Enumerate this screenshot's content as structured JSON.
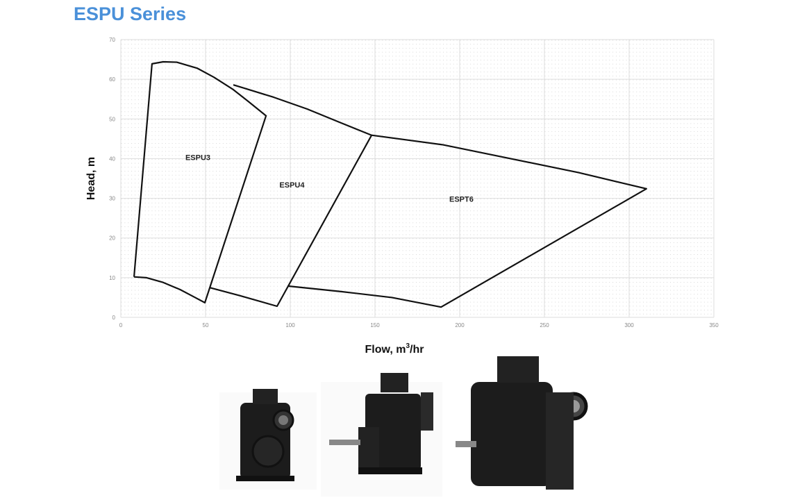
{
  "title": "ESPU Series",
  "chart_data": {
    "type": "area",
    "title": "ESPU Series",
    "xlabel": "Flow, m3/hr",
    "xlabel_main": "Flow, m",
    "xlabel_sup": "3",
    "xlabel_tail": "/hr",
    "ylabel": "Head, m",
    "xlim": [
      0,
      350
    ],
    "ylim": [
      0,
      70
    ],
    "xticks": [
      0,
      50,
      100,
      150,
      200,
      250,
      300,
      350
    ],
    "yticks": [
      0,
      10,
      20,
      30,
      40,
      50,
      60,
      70
    ],
    "grid": true,
    "series": [
      {
        "name": "ESPU3",
        "label_pos": [
          45.5,
          40.3
        ],
        "outline": [
          [
            7.8,
            10.2
          ],
          [
            18.4,
            63.9
          ],
          [
            25,
            64.4
          ],
          [
            33,
            64.3
          ],
          [
            45,
            62.8
          ],
          [
            55,
            60.5
          ],
          [
            66,
            57.5
          ],
          [
            75,
            54.5
          ],
          [
            85.7,
            50.8
          ],
          [
            49.6,
            3.7
          ],
          [
            43,
            5.2
          ],
          [
            35,
            7
          ],
          [
            25,
            8.8
          ],
          [
            15,
            10
          ],
          [
            7.8,
            10.2
          ]
        ]
      },
      {
        "name": "ESPU4",
        "label_pos": [
          101,
          33.4
        ],
        "outline": [
          [
            66.4,
            58.6
          ],
          [
            90,
            55.5
          ],
          [
            110,
            52.5
          ],
          [
            130,
            49
          ],
          [
            148,
            45.9
          ],
          [
            92.2,
            2.8
          ],
          [
            70,
            5.5
          ],
          [
            52.5,
            7.5
          ]
        ]
      },
      {
        "name": "ESPT6",
        "label_pos": [
          201,
          29.8
        ],
        "outline": [
          [
            148,
            45.9
          ],
          [
            190,
            43.5
          ],
          [
            230,
            40
          ],
          [
            270,
            36.5
          ],
          [
            310.2,
            32.4
          ],
          [
            189,
            2.6
          ],
          [
            160,
            5
          ],
          [
            130,
            6.5
          ],
          [
            98.4,
            7.9
          ]
        ]
      }
    ]
  }
}
